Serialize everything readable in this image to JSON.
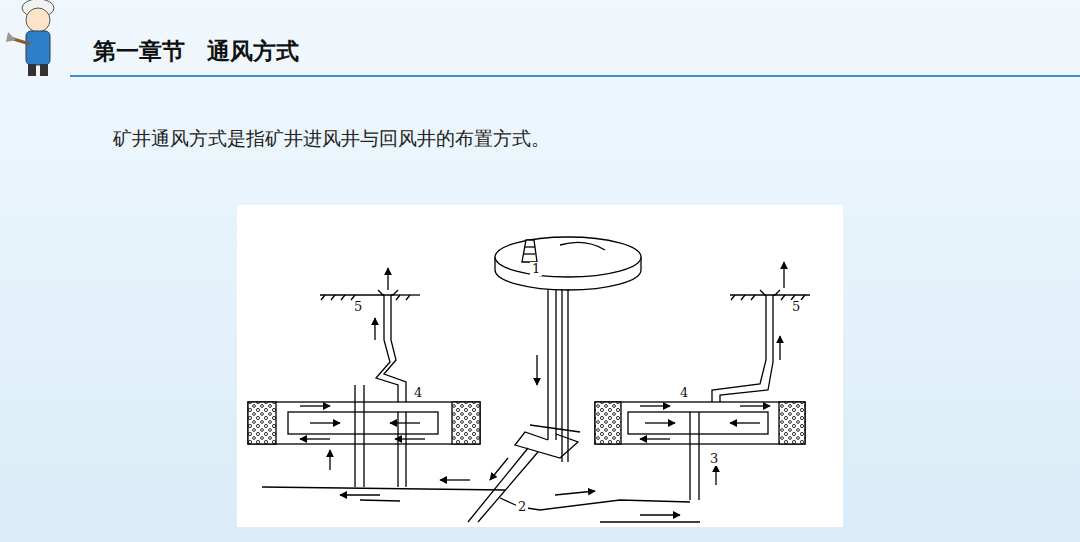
{
  "diagram": {
    "title": "第一章节 通风方式",
    "labels": [
      "矿井通风方式是指矿井进风井与回风井的布置方式。",
      "5",
      "4",
      "1",
      "2",
      "5",
      "4",
      "3"
    ]
  }
}
